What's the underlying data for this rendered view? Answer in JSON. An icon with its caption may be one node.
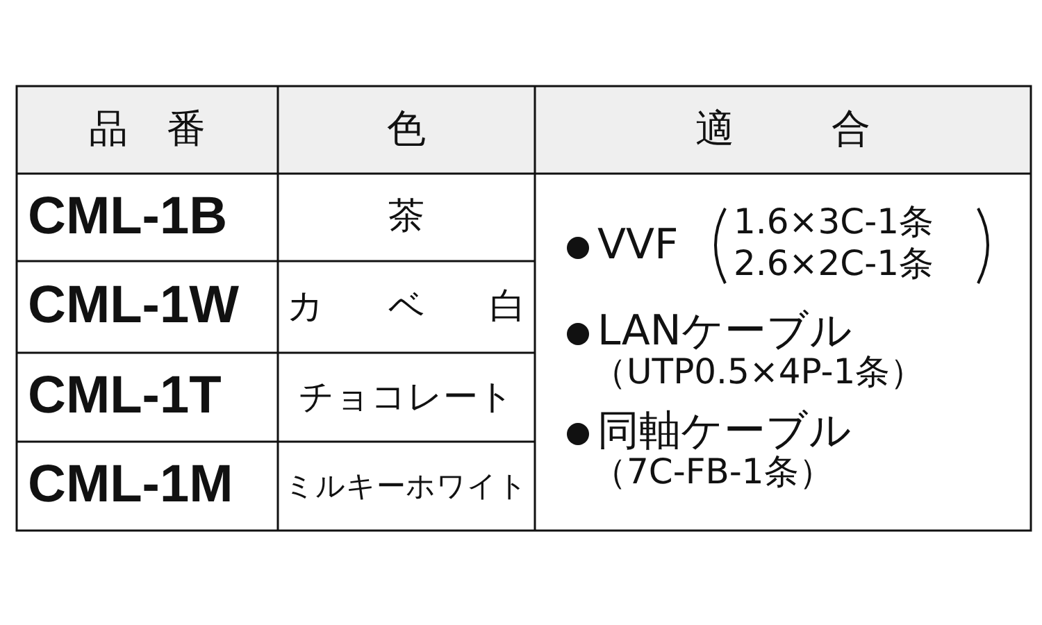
{
  "diagram": {
    "labels": [
      "品番",
      "色",
      "適合",
      "CML-1B",
      "茶",
      "VVF",
      "1.6×3C-1条",
      "2.6×2C-1条",
      "LANケーブル",
      "（UTP0.5×4P-1条）",
      "同軸ケーブル",
      "（7C-FB-1条）",
      "CML-1W",
      "カベ白",
      "CML-1T",
      "チョコレート",
      "CML-1M",
      "ミルキーホワイト"
    ]
  }
}
